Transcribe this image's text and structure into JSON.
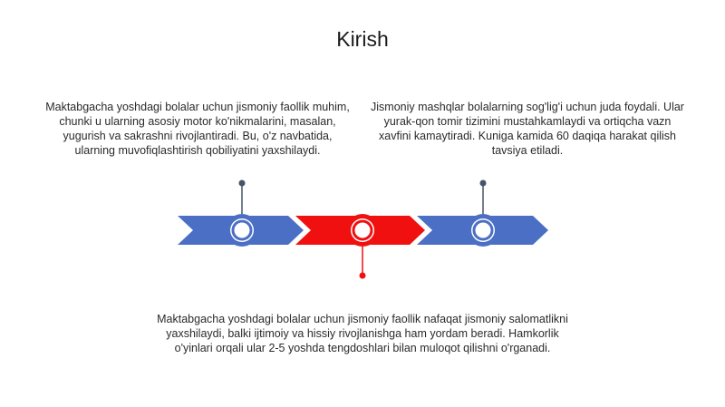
{
  "slide": {
    "title": "Kirish",
    "blocks": {
      "left": "Maktabgacha yoshdagi bolalar uchun jismoniy faollik muhim, chunki u ularning asosiy motor ko'nikmalarini, masalan, yugurish va sakrashni rivojlantiradi. Bu, o'z navbatida, ularning muvofiqlashtirish qobiliyatini yaxshilaydi.",
      "right": "Jismoniy mashqlar bolalarning sog'lig'i uchun juda foydali. Ular yurak-qon tomir tizimini mustahkamlaydi va ortiqcha vazn xavfini kamaytiradi. Kuniga kamida 60 daqiqa harakat qilish tavsiya etiladi.",
      "bottom": "Maktabgacha yoshdagi bolalar uchun jismoniy faollik nafaqat jismoniy salomatlikni yaxshilaydi, balki ijtimoiy va hissiy rivojlanishga ham yordam beradi. Hamkorlik o'yinlari orqali ular 2-5 yoshda tengdoshlari bilan muloqot qilishni o'rganadi."
    }
  },
  "colors": {
    "blue": "#4a6fc4",
    "red": "#f01010",
    "dark_blue_stem": "#44546a"
  }
}
